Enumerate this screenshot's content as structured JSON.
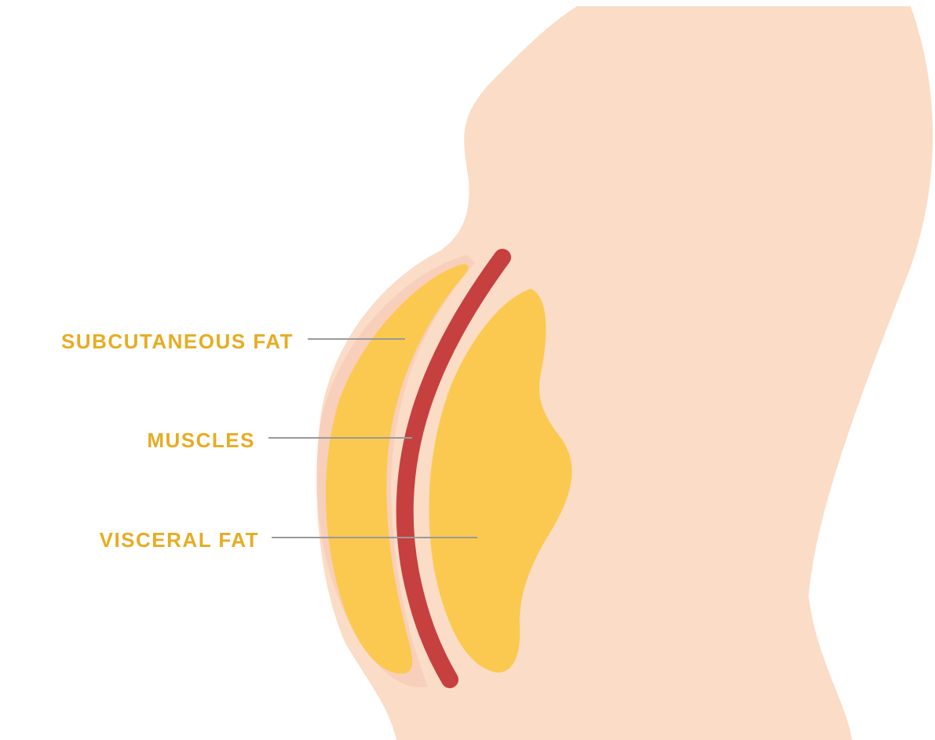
{
  "colors": {
    "background": "#ffffff",
    "skin": "#fbdcc6",
    "fat_halo": "#f8cfbb",
    "fat": "#fbc94f",
    "muscle": "#c6403f",
    "label_text": "#e7ac22",
    "leader_line": "#9a9a9a"
  },
  "labels": {
    "subcutaneous_fat": "SUBCUTANEOUS FAT",
    "muscles": "MUSCLES",
    "visceral_fat": "VISCERAL FAT"
  },
  "icons": {
    "torso": "torso-side-silhouette-icon"
  }
}
